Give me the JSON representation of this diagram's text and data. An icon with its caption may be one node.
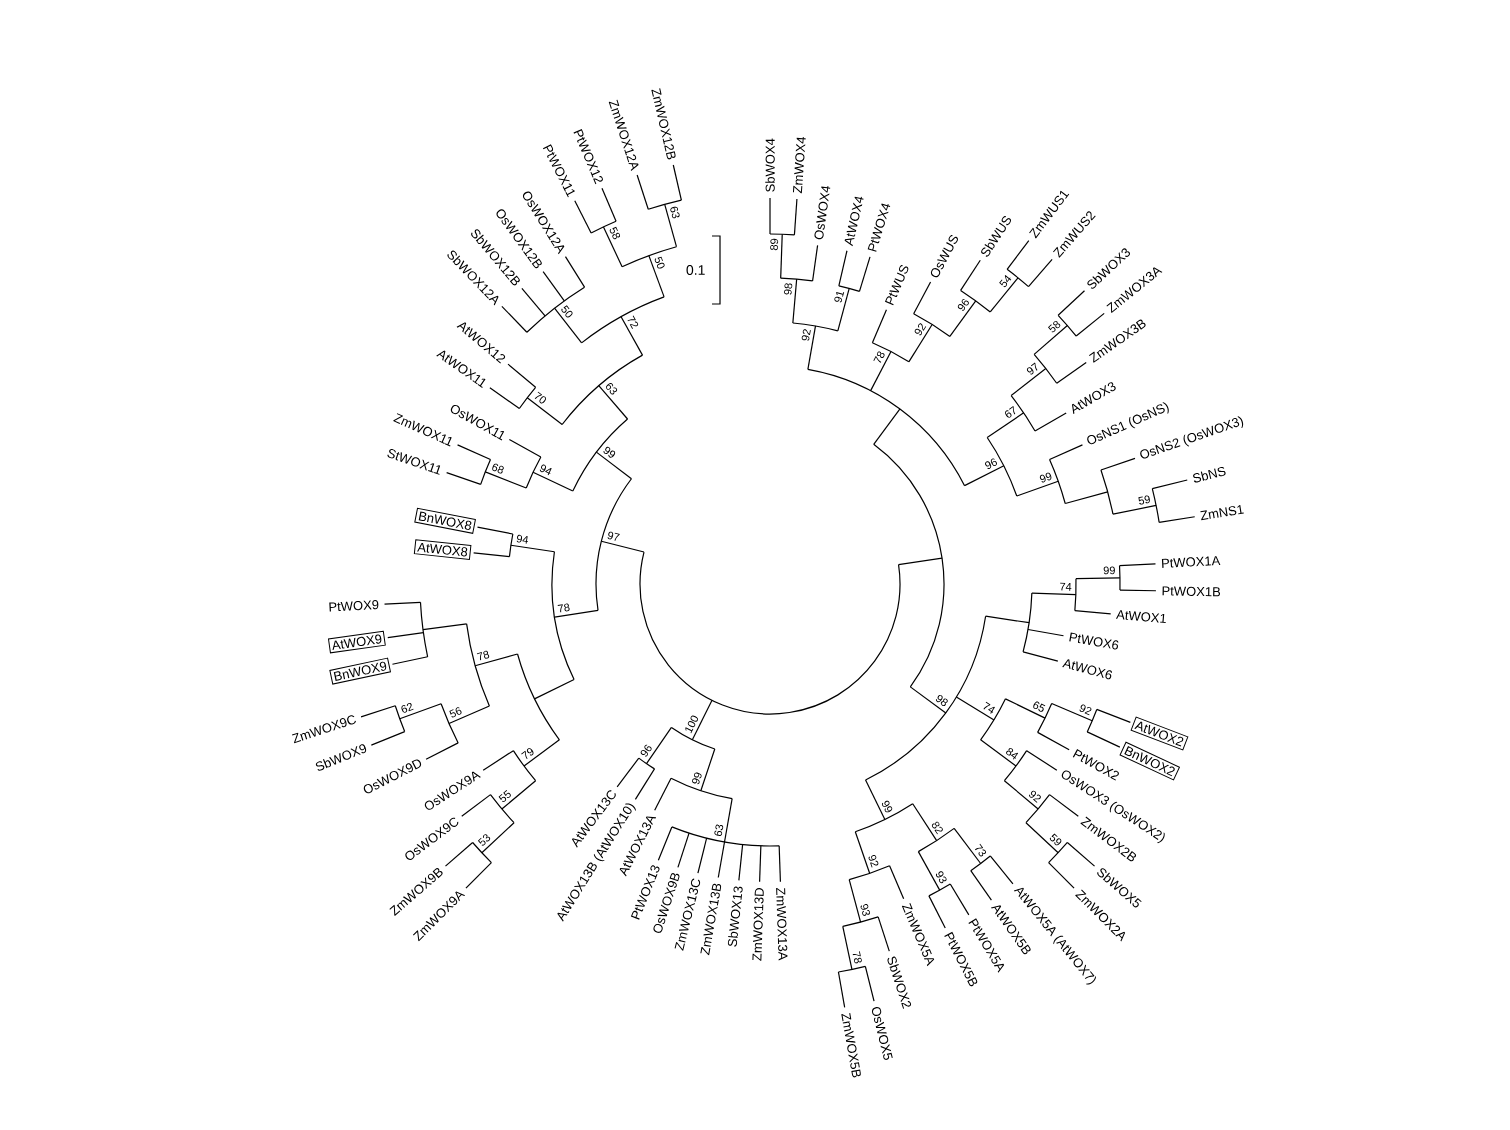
{
  "diagram": {
    "nodes": [
      {
        "text": [
          "AtWOX8"
        ]
      },
      {
        "text": [
          "BnWOX8"
        ]
      },
      {
        "text": [
          "AtWOX9"
        ]
      },
      {
        "text": [
          "BnWOX9"
        ]
      },
      {
        "text": [
          "BnWOX2"
        ]
      },
      {
        "text": [
          "AtWOX2"
        ]
      }
    ],
    "labels": [
      "StWOX11",
      "ZmWOX11",
      "OsWOX11",
      "AtWOX11",
      "AtWOX12",
      "SbWOX12A",
      "SbWOX12B",
      "OsWOX12B",
      "OsWOX12A",
      "PtWOX11",
      "PtWOX12",
      "ZmWOX12A",
      "ZmWOX12B",
      "SbWOX4",
      "ZmWOX4",
      "OsWOX4",
      "AtWOX4",
      "PtWOX4",
      "PtWUS",
      "OsWUS",
      "SbWUS",
      "ZmWUS1",
      "ZmWUS2",
      "SbWOX3",
      "ZmWOX3A",
      "ZmWOX3B",
      "AtWOX3",
      "OsNS1 (OsNS)",
      "OsNS2 (OsWOX3)",
      "SbNS",
      "ZmNS1",
      "PtWOX1A",
      "PtWOX9",
      "ZmWOX9C",
      "SbWOX9",
      "OsWOX9D",
      "OsWOX9A",
      "OsWOX9C",
      "ZmWOX9B",
      "ZmWOX9A",
      "AtWOX13C",
      "AtWOX13B (AtWOX10)",
      "AtWOX13A",
      "PtWOX13",
      "OsWOX9B",
      "ZmWOX13C",
      "ZmWOX13B",
      "SbWOX13",
      "ZmWOX13D",
      "ZmWOX13A",
      "ZmWOX5B",
      "OsWOX5",
      "SbWOX2",
      "ZmWOX5A",
      "PtWOX5B",
      "PtWOX5A",
      "AtWOX5B",
      "AtWOX5A (AtWOX7)",
      "ZmWOX2A",
      "SbWOX5",
      "ZmWOX2B",
      "OsWOX3 (OsWOX2)",
      "PtWOX2",
      "AtWOX6",
      "PtWOX6",
      "AtWOX1",
      "PtWOX1B",
      "100",
      "96",
      "99",
      "63",
      "97",
      "99",
      "68",
      "94",
      "63",
      "70",
      "72",
      "50",
      "50",
      "58",
      "63",
      "78",
      "94",
      "78",
      "56",
      "62",
      "79",
      "55",
      "53",
      "92",
      "98",
      "89",
      "91",
      "78",
      "92",
      "96",
      "54",
      "96",
      "67",
      "97",
      "58",
      "99",
      "59",
      "98",
      "74",
      "99",
      "74",
      "65",
      "92",
      "84",
      "92",
      "59",
      "99",
      "82",
      "73",
      "93",
      "92",
      "93",
      "78",
      "0.1"
    ]
  }
}
